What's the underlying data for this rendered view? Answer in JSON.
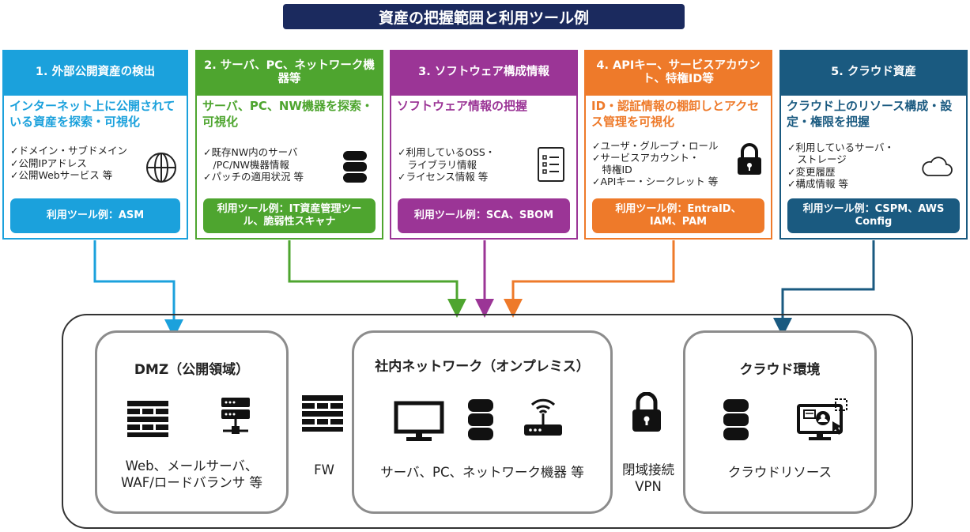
{
  "title": "資産の把握範囲と利用ツール例",
  "colors": {
    "blue": "#1ba1dc",
    "green": "#4ea52f",
    "purple": "#9b3596",
    "orange": "#ee7a2a",
    "navy": "#1a5a80",
    "title_bg": "#1b2a5e",
    "zone_border": "#8c8c8c"
  },
  "cards": [
    {
      "head": "1. 外部公開資産の検出",
      "sub": "インターネット上に公開されている資産を探索・可視化",
      "items": [
        "✓ドメイン・サブドメイン",
        "✓公開IPアドレス",
        "✓公開Webサービス 等"
      ],
      "tool": "利用ツール例：ASM",
      "icon": "globe-icon"
    },
    {
      "head": "2. サーバ、PC、ネットワーク機器等",
      "sub": "サーバ、PC、NW機器を探索・可視化",
      "items": [
        "✓既存NW内のサーバ",
        "　/PC/NW機器情報",
        "✓パッチの適用状況 等"
      ],
      "tool": "利用ツール例：IT資産管理ツール、脆弱性スキャナ",
      "icon": "database-icon"
    },
    {
      "head": "3. ソフトウェア構成情報",
      "sub": "ソフトウェア情報の把握",
      "items": [
        "✓利用しているOSS・",
        "　ライブラリ情報",
        "✓ライセンス情報 等"
      ],
      "tool": "利用ツール例：SCA、SBOM",
      "icon": "list-document-icon"
    },
    {
      "head": "4. APIキー、サービスアカウント、特権ID等",
      "sub": "ID・認証情報の棚卸しとアクセス管理を可視化",
      "items": [
        "✓ユーザ・グループ・ロール",
        "✓サービスアカウント・",
        "　特権ID",
        "✓APIキー・シークレット 等"
      ],
      "tool": "利用ツール例：EntraID、IAM、PAM",
      "icon": "lock-icon"
    },
    {
      "head": "5. クラウド資産",
      "sub": "クラウド上のリソース構成・設定・権限を把握",
      "items": [
        "✓利用しているサーバ・",
        "　ストレージ",
        "✓変更履歴",
        "✓構成情報 等"
      ],
      "tool": "利用ツール例：CSPM、AWS Config",
      "icon": "cloud-icon"
    }
  ],
  "zones": {
    "dmz": {
      "title": "DMZ（公開領域）",
      "desc1": "Web、メールサーバ、",
      "desc2": "WAF/ロードバランサ 等"
    },
    "onprem": {
      "title": "社内ネットワーク（オンプレミス）",
      "desc": "サーバ、PC、ネットワーク機器 等"
    },
    "cloud": {
      "title": "クラウド環境",
      "desc": "クラウドリソース"
    }
  },
  "fw_label": "FW",
  "vpn_label1": "閉域接続",
  "vpn_label2": "VPN"
}
